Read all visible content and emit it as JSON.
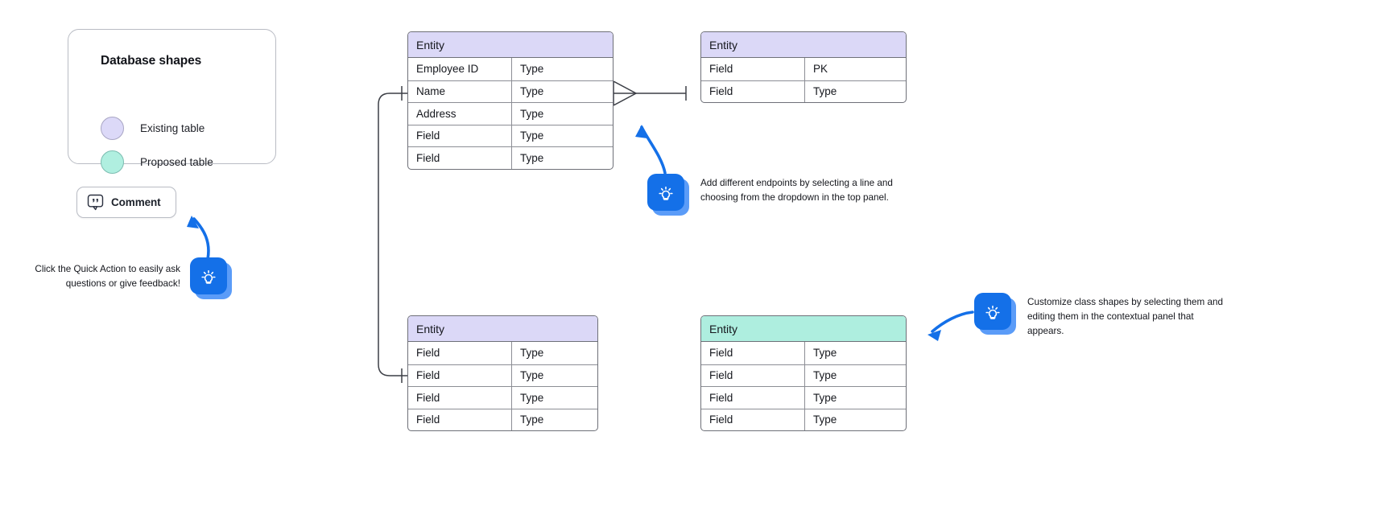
{
  "legend": {
    "title": "Database shapes",
    "items": [
      {
        "label": "Existing table",
        "color": "#dcd9f8",
        "swatch": "existing-table-swatch"
      },
      {
        "label": "Proposed table",
        "color": "#b0efe0",
        "swatch": "proposed-table-swatch"
      }
    ]
  },
  "comment_button": {
    "label": "Comment",
    "icon": "quote-bubble-icon"
  },
  "entities": [
    {
      "id": "entity-employee",
      "title": "Entity",
      "header_color": "#dbd8f7",
      "rows": [
        {
          "field": "Employee ID",
          "type": "Type"
        },
        {
          "field": "Name",
          "type": "Type"
        },
        {
          "field": "Address",
          "type": "Type"
        },
        {
          "field": "Field",
          "type": "Type"
        },
        {
          "field": "Field",
          "type": "Type"
        }
      ]
    },
    {
      "id": "entity-pk",
      "title": "Entity",
      "header_color": "#dbd8f7",
      "rows": [
        {
          "field": "Field",
          "type": "PK"
        },
        {
          "field": "Field",
          "type": "Type"
        }
      ]
    },
    {
      "id": "entity-bottom-left",
      "title": "Entity",
      "header_color": "#dbd8f7",
      "rows": [
        {
          "field": "Field",
          "type": "Type"
        },
        {
          "field": "Field",
          "type": "Type"
        },
        {
          "field": "Field",
          "type": "Type"
        },
        {
          "field": "Field",
          "type": "Type"
        }
      ]
    },
    {
      "id": "entity-bottom-right",
      "title": "Entity",
      "header_color": "#aeeedf",
      "rows": [
        {
          "field": "Field",
          "type": "Type"
        },
        {
          "field": "Field",
          "type": "Type"
        },
        {
          "field": "Field",
          "type": "Type"
        },
        {
          "field": "Field",
          "type": "Type"
        }
      ]
    }
  ],
  "tips": [
    {
      "id": "tip-endpoints",
      "icon": "lightbulb-icon",
      "text": "Add different endpoints by selecting a line and choosing from the dropdown in the top panel."
    },
    {
      "id": "tip-quick-action",
      "icon": "lightbulb-icon",
      "text": "Click the Quick Action to easily ask questions or give feedback!"
    },
    {
      "id": "tip-customize",
      "icon": "lightbulb-icon",
      "text": "Customize class shapes by selecting them and editing them in the contextual panel that appears."
    }
  ],
  "colors": {
    "accent_blue": "#1470e8",
    "accent_blue_light": "#5b9cf8",
    "entity_purple": "#dbd8f7",
    "entity_teal": "#aeeedf",
    "line": "#3c3f46"
  }
}
